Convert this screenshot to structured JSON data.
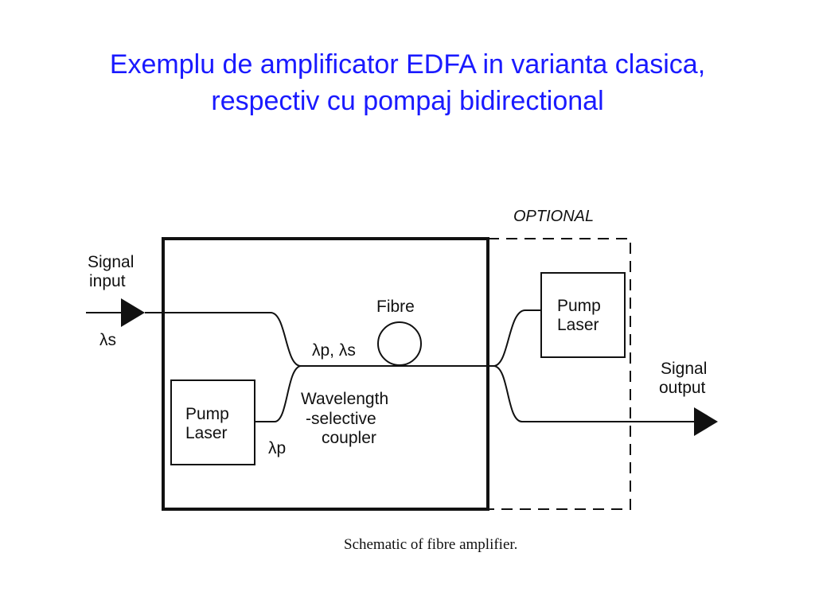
{
  "slide": {
    "title_line1": "Exemplu de amplificator EDFA in varianta clasica,",
    "title_line2": "respectiv cu pompaj bidirectional"
  },
  "diagram": {
    "optional_label": "OPTIONAL",
    "signal_input_line1": "Signal",
    "signal_input_line2": "input",
    "lambda_s": "λs",
    "fibre_label": "Fibre",
    "lambda_ps": "λp, λs",
    "pump_laser_line1": "Pump",
    "pump_laser_line2": "Laser",
    "optional_pump_line1": "Pump",
    "optional_pump_line2": "Laser",
    "lambda_p": "λp",
    "coupler_line1": "Wavelength",
    "coupler_line2": "-selective",
    "coupler_line3": "coupler",
    "signal_output_line1": "Signal",
    "signal_output_line2": "output",
    "caption": "Schematic of fibre amplifier."
  },
  "colors": {
    "title": "#1a1aff",
    "ink": "#111111"
  }
}
